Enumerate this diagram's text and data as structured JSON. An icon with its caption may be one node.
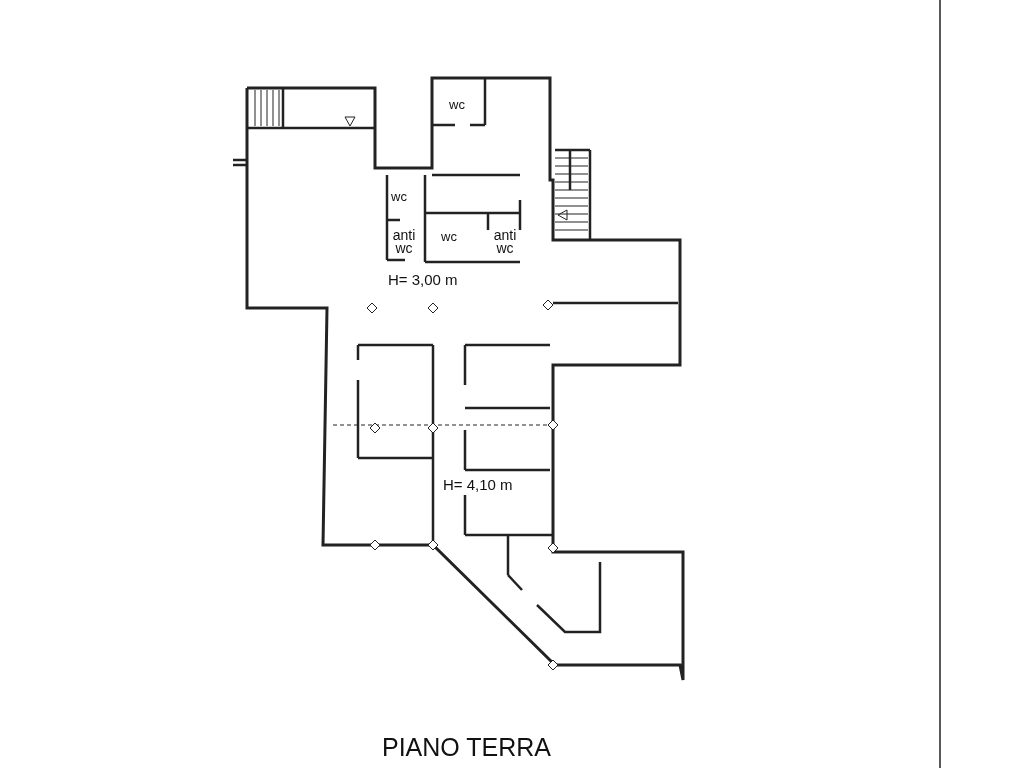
{
  "diagram": {
    "caption": "PIANO TERRA",
    "labels": [
      "wc",
      "wc",
      "anti wc",
      "wc",
      "anti wc",
      "H= 3,00 m",
      "H= 4,10 m"
    ]
  }
}
